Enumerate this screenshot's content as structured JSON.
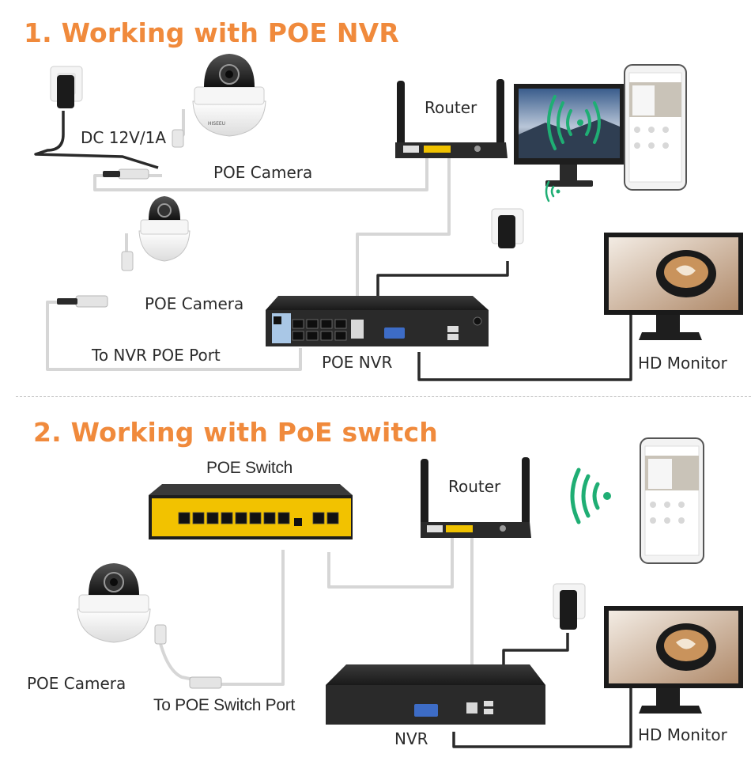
{
  "section1": {
    "title": "1. Working with POE NVR",
    "labels": {
      "dc": "DC 12V/1A",
      "poe_camera_top": "POE Camera",
      "router": "Router",
      "poe_camera_mid": "POE Camera",
      "to_nvr_port": "To NVR POE Port",
      "poe_nvr": "POE NVR",
      "hd_monitor": "HD Monitor"
    }
  },
  "section2": {
    "title": "2. Working with PoE switch",
    "labels": {
      "poe_switch": "POE Switch",
      "router": "Router",
      "poe_camera": "POE Camera",
      "to_switch_port": "To POE Switch Port",
      "nvr": "NVR",
      "hd_monitor": "HD Monitor"
    }
  },
  "colors": {
    "accent": "#f08a3c",
    "cable_gray": "#d7d7d7",
    "cable_black": "#2a2a2a",
    "wifi_green": "#1fae74",
    "switch_yellow": "#f2c200"
  }
}
